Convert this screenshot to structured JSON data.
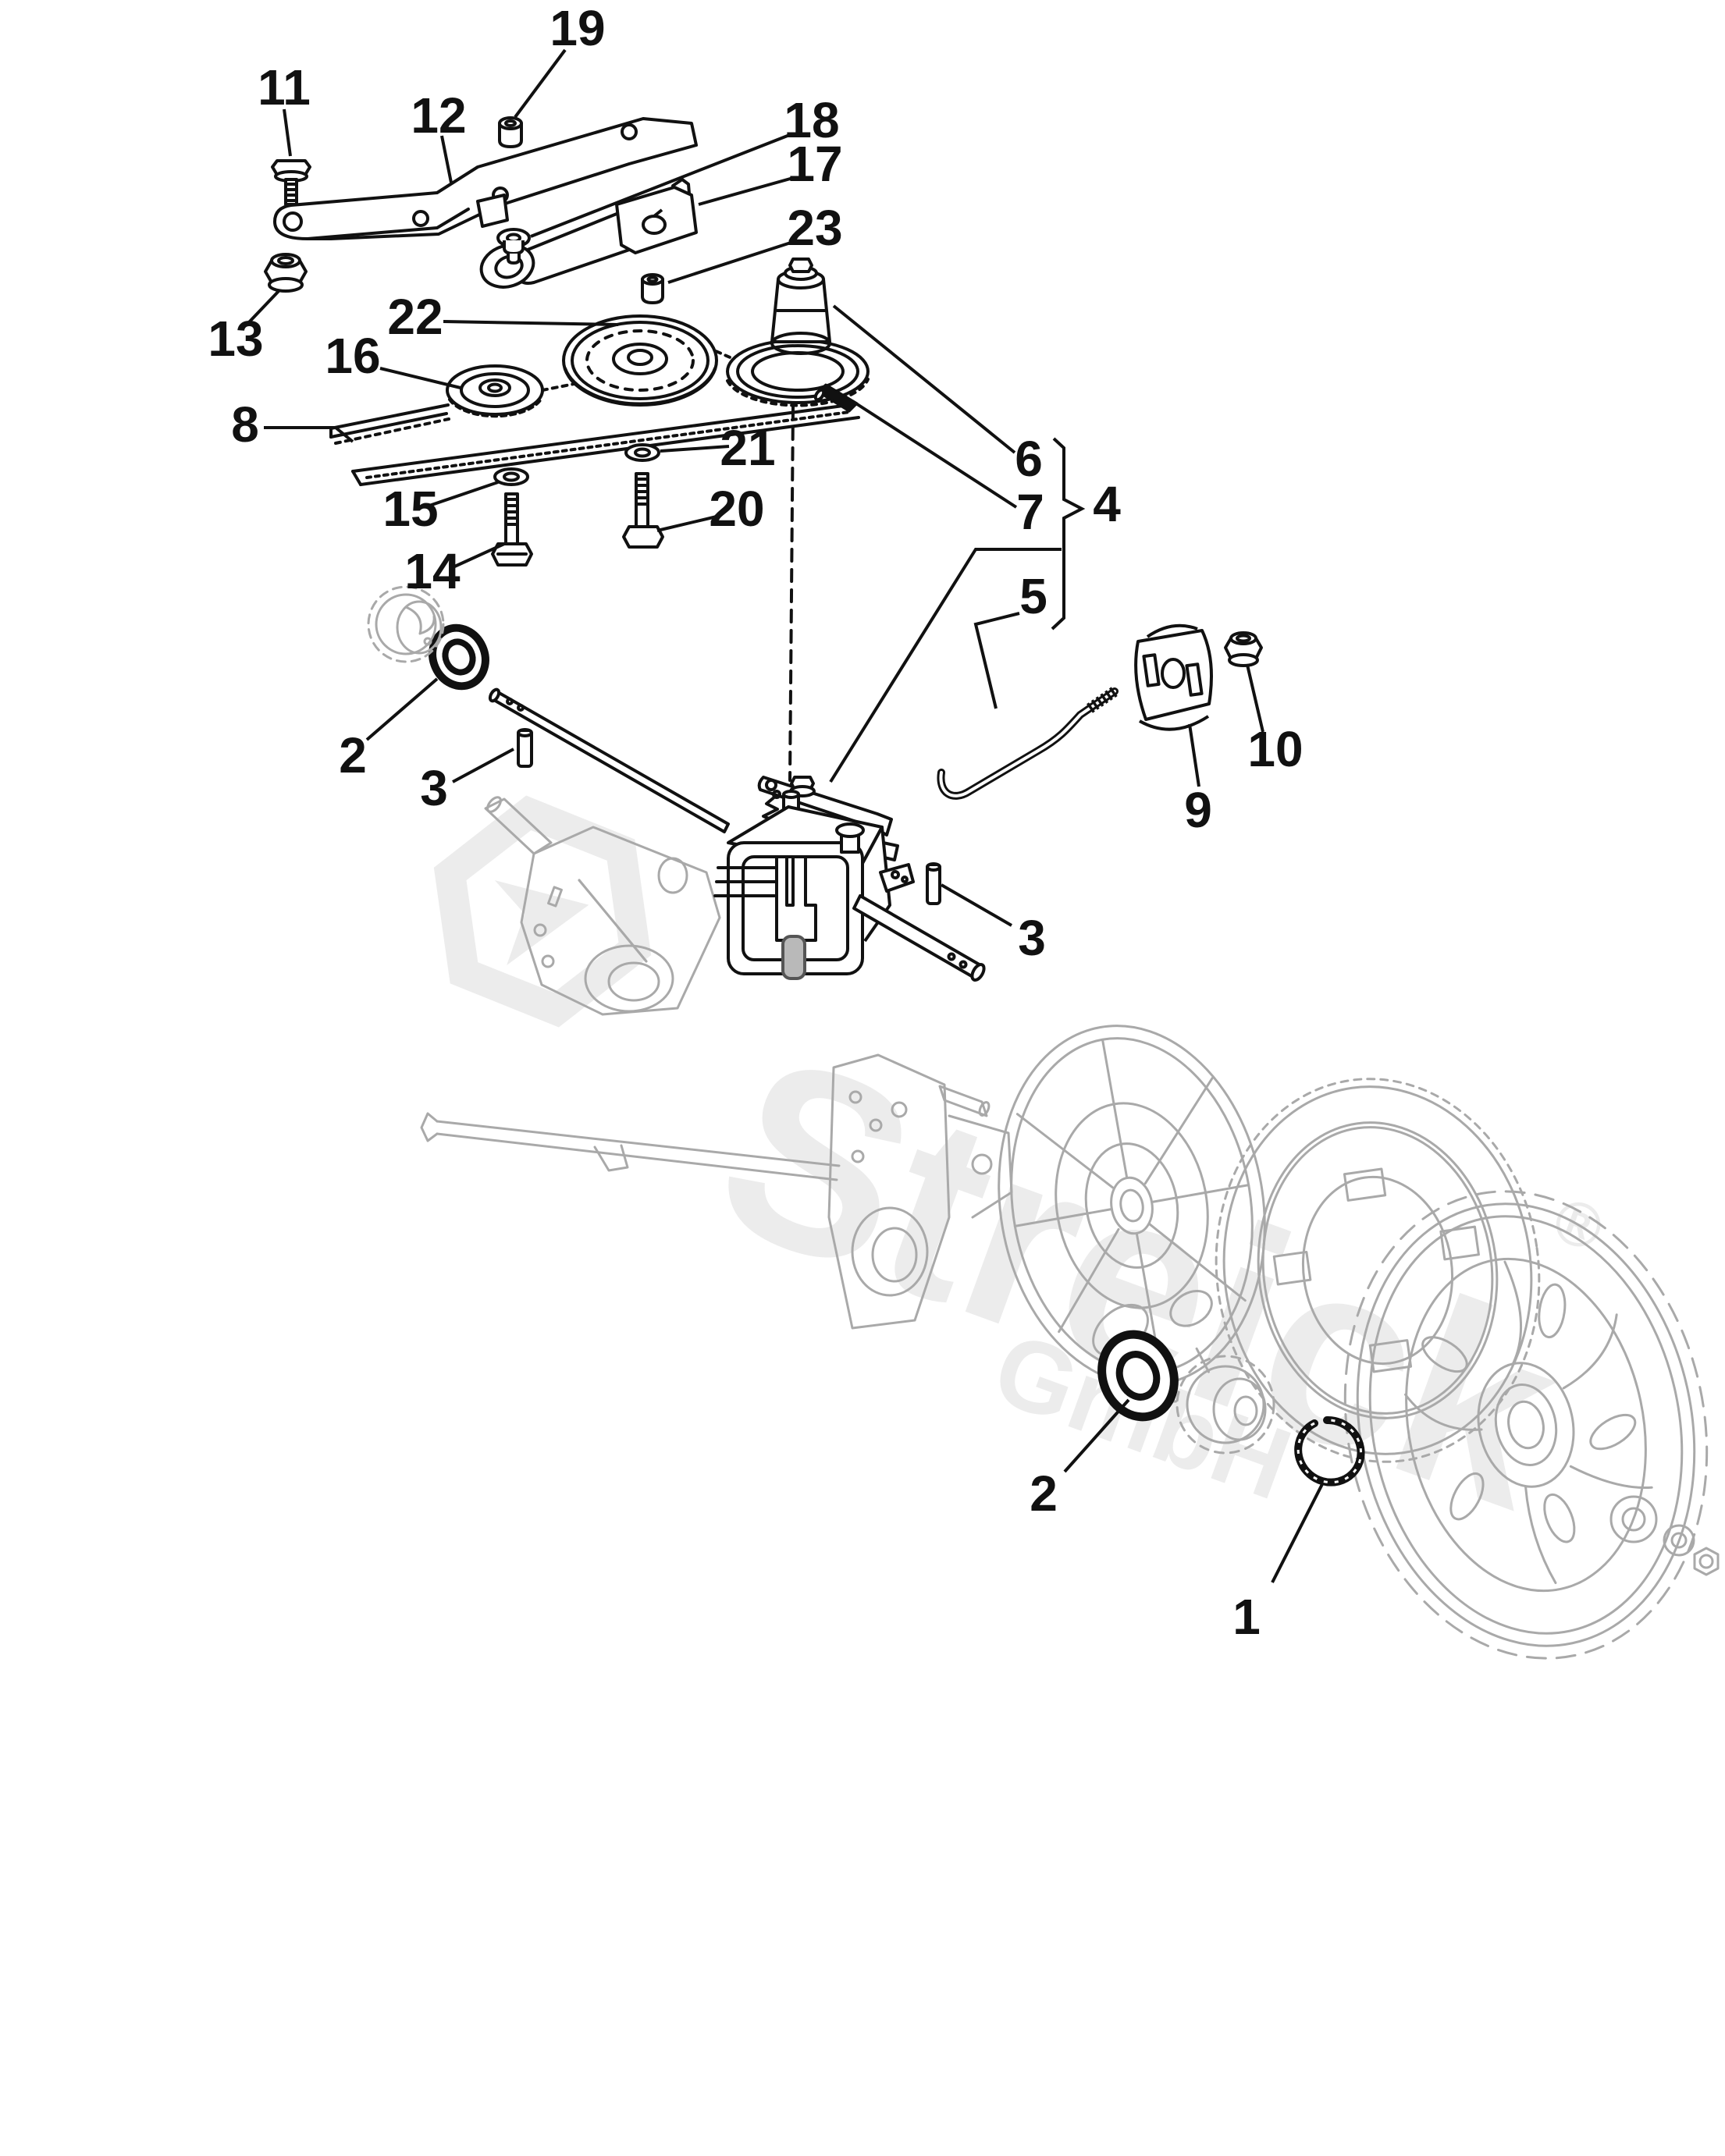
{
  "diagram": {
    "type": "exploded-parts-diagram",
    "subject": "lawnmower transmission, belt drive and wheel assembly",
    "background_color": "#ffffff",
    "line_color": "#111111",
    "ghost_color": "#a9a9a9",
    "watermark": {
      "text": "Streick",
      "subtext": "GmbH",
      "registered": "®",
      "color": "#ececec",
      "logo": "hexagon-logo"
    },
    "callouts": [
      {
        "part": "19"
      },
      {
        "part": "11"
      },
      {
        "part": "12"
      },
      {
        "part": "18"
      },
      {
        "part": "17"
      },
      {
        "part": "23"
      },
      {
        "part": "13"
      },
      {
        "part": "22"
      },
      {
        "part": "16"
      },
      {
        "part": "8"
      },
      {
        "part": "21"
      },
      {
        "part": "15"
      },
      {
        "part": "14"
      },
      {
        "part": "20"
      },
      {
        "part": "2"
      },
      {
        "part": "3"
      },
      {
        "part": "6"
      },
      {
        "part": "7"
      },
      {
        "part": "4"
      },
      {
        "part": "5"
      },
      {
        "part": "3"
      },
      {
        "part": "9"
      },
      {
        "part": "10"
      },
      {
        "part": "2"
      },
      {
        "part": "1"
      }
    ]
  }
}
